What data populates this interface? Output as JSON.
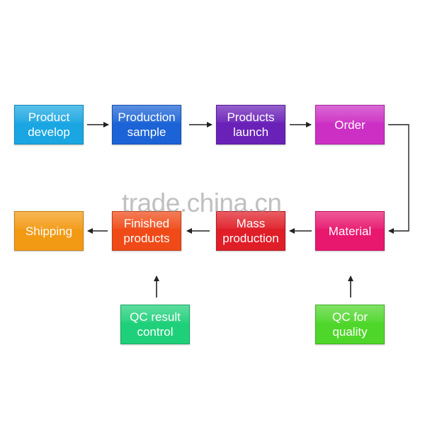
{
  "nodes": [
    {
      "id": "product-develop",
      "label": "Product\ndevelop",
      "color": "#1aa6e2"
    },
    {
      "id": "production-sample",
      "label": "Production\nsample",
      "color": "#1b63d6"
    },
    {
      "id": "products-launch",
      "label": "Products\nlaunch",
      "color": "#6a21b8"
    },
    {
      "id": "order",
      "label": "Order",
      "color": "#cc2fc3"
    },
    {
      "id": "material",
      "label": "Material",
      "color": "#e8186f"
    },
    {
      "id": "mass-production",
      "label": "Mass\nproduction",
      "color": "#e01e28"
    },
    {
      "id": "finished-products",
      "label": "Finished\nproducts",
      "color": "#ef4a17"
    },
    {
      "id": "shipping",
      "label": "Shipping",
      "color": "#f39a14"
    },
    {
      "id": "qc-result-control",
      "label": "QC result\ncontrol",
      "color": "#1fd07a"
    },
    {
      "id": "qc-for-quality",
      "label": "QC for\nquality",
      "color": "#4fd62a"
    }
  ],
  "edges": [
    {
      "from": "product-develop",
      "to": "production-sample"
    },
    {
      "from": "production-sample",
      "to": "products-launch"
    },
    {
      "from": "products-launch",
      "to": "order"
    },
    {
      "from": "order",
      "to": "material"
    },
    {
      "from": "material",
      "to": "mass-production"
    },
    {
      "from": "mass-production",
      "to": "finished-products"
    },
    {
      "from": "finished-products",
      "to": "shipping"
    },
    {
      "from": "qc-result-control",
      "to": "finished-products"
    },
    {
      "from": "qc-for-quality",
      "to": "material"
    }
  ],
  "watermark": "trade.china.cn",
  "arrow_color": "#222222"
}
